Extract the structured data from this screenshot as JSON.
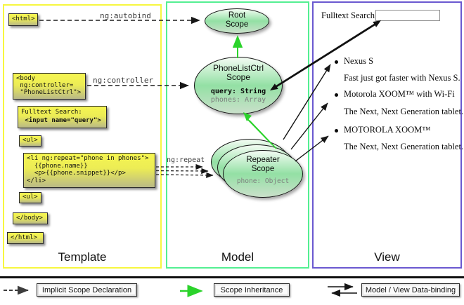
{
  "columns": {
    "template_label": "Template",
    "model_label": "Model",
    "view_label": "View"
  },
  "template_code": {
    "html_open": "<html>",
    "body_open_line1": "<body",
    "body_open_line2": " ng:controller=",
    "body_open_line3": " \"PhoneListCtrl\">",
    "fulltext_line1": "Fulltext Search:",
    "fulltext_line2": " <input name=\"query\">",
    "ul_open_1": "<ul>",
    "li_line1": "<li ng:repeat=\"phone in phones\">",
    "li_line2": "  {{phone.name}}",
    "li_line3": "  <p>{{phone.snippet}}</p>",
    "li_line4": "</li>",
    "ul_open_2": "<ul>",
    "body_close": "</body>",
    "html_close": "</html>"
  },
  "edge_labels": {
    "autobind": "ng:autobind",
    "controller": "ng:controller",
    "repeat": "ng:repeat"
  },
  "scopes": {
    "root": {
      "title_line1": "Root",
      "title_line2": "Scope"
    },
    "phone_list_ctrl": {
      "title_line1": "PhoneListCtrl",
      "title_line2": "Scope",
      "prop1": "query: String",
      "prop2": "phones: Array"
    },
    "repeater": {
      "title_line1": "Repeater",
      "title_line2": "Scope",
      "prop1": "phone: Object"
    }
  },
  "view_panel": {
    "search_label": "Fulltext Search:",
    "search_value": "",
    "items": [
      {
        "title": "Nexus S",
        "snippet": "Fast just got faster with Nexus S."
      },
      {
        "title": "Motorola XOOM™ with Wi-Fi",
        "snippet": "The Next, Next Generation tablet."
      },
      {
        "title": "MOTOROLA XOOM™",
        "snippet": "The Next, Next Generation tablet."
      }
    ]
  },
  "legend": {
    "implicit": "Implicit Scope Declaration",
    "inheritance": "Scope Inheritance",
    "binding": "Model / View Data-binding"
  },
  "colors": {
    "template_border": "#f7f73f",
    "model_border": "#53ef92",
    "view_border": "#6a58d0",
    "code_box_yellow": "#f6f651",
    "scope_green": "#93e0a4",
    "arrow_green": "#2bd32b",
    "arrow_black": "#161616",
    "dashed_gray": "#3c3c3c"
  }
}
